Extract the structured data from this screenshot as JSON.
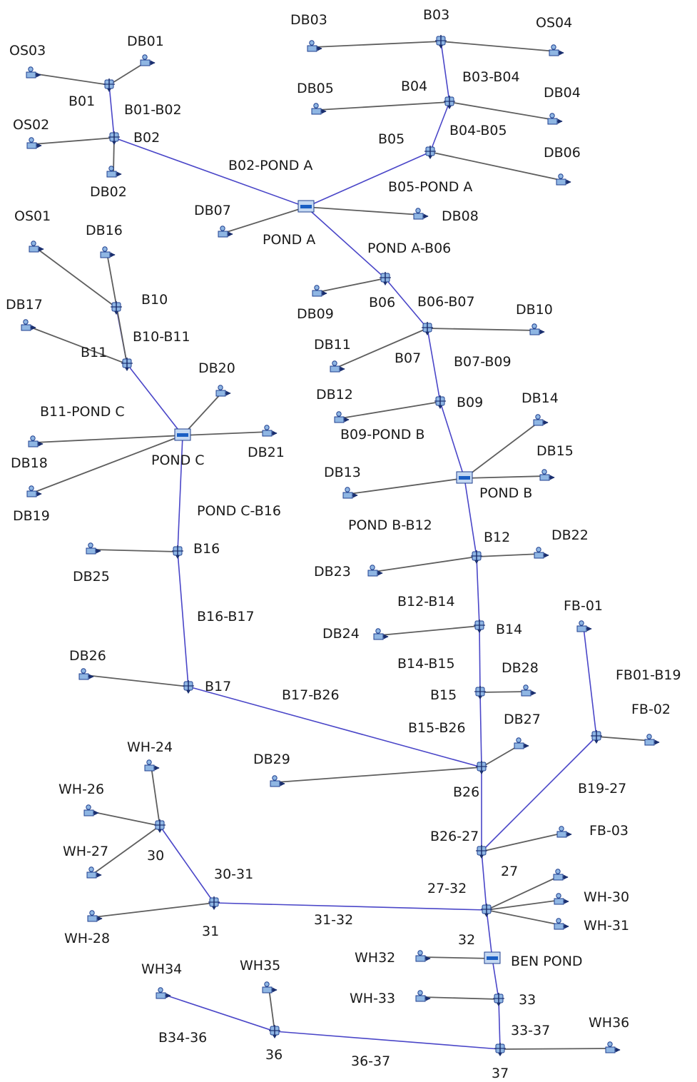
{
  "colors": {
    "main_link": "#4a46c8",
    "branch_link": "#5e5e5e",
    "node_fill": "#8fb6e3",
    "node_stroke": "#1f3f8f",
    "pond_fill": "#c4d8f2",
    "pond_bar": "#1a5fc4"
  },
  "icons": {
    "junction": "junction-node-icon",
    "source": "source-node-icon",
    "pond": "pond-node-icon"
  },
  "nodes": [
    {
      "id": "B01",
      "label": "B01",
      "type": "junction"
    },
    {
      "id": "B02",
      "label": "B02",
      "type": "junction"
    },
    {
      "id": "B03",
      "label": "B03",
      "type": "junction"
    },
    {
      "id": "B04",
      "label": "B04",
      "type": "junction"
    },
    {
      "id": "B05",
      "label": "B05",
      "type": "junction"
    },
    {
      "id": "B06",
      "label": "B06",
      "type": "junction"
    },
    {
      "id": "B07",
      "label": "B07",
      "type": "junction"
    },
    {
      "id": "B09",
      "label": "B09",
      "type": "junction"
    },
    {
      "id": "B10",
      "label": "B10",
      "type": "junction"
    },
    {
      "id": "B11",
      "label": "B11",
      "type": "junction"
    },
    {
      "id": "B12",
      "label": "B12",
      "type": "junction"
    },
    {
      "id": "B14",
      "label": "B14",
      "type": "junction"
    },
    {
      "id": "B15",
      "label": "B15",
      "type": "junction"
    },
    {
      "id": "B16",
      "label": "B16",
      "type": "junction"
    },
    {
      "id": "B17",
      "label": "B17",
      "type": "junction"
    },
    {
      "id": "B26",
      "label": "B26",
      "type": "junction"
    },
    {
      "id": "B19",
      "label": "",
      "type": "junction"
    },
    {
      "id": "N27",
      "label": "27",
      "type": "junction"
    },
    {
      "id": "N30",
      "label": "30",
      "type": "junction"
    },
    {
      "id": "N31",
      "label": "31",
      "type": "junction"
    },
    {
      "id": "N32",
      "label": "32",
      "type": "junction"
    },
    {
      "id": "N33",
      "label": "33",
      "type": "junction"
    },
    {
      "id": "N36",
      "label": "36",
      "type": "junction"
    },
    {
      "id": "N37",
      "label": "37",
      "type": "junction"
    },
    {
      "id": "PONDA",
      "label": "POND A",
      "type": "pond"
    },
    {
      "id": "PONDB",
      "label": "POND B",
      "type": "pond"
    },
    {
      "id": "PONDC",
      "label": "POND C",
      "type": "pond"
    },
    {
      "id": "BENPOND",
      "label": "BEN POND",
      "type": "pond"
    },
    {
      "id": "OS01",
      "label": "OS01",
      "type": "source"
    },
    {
      "id": "OS02",
      "label": "OS02",
      "type": "source"
    },
    {
      "id": "OS03",
      "label": "OS03",
      "type": "source"
    },
    {
      "id": "OS04",
      "label": "OS04",
      "type": "source"
    },
    {
      "id": "DB01",
      "label": "DB01",
      "type": "source"
    },
    {
      "id": "DB02",
      "label": "DB02",
      "type": "source"
    },
    {
      "id": "DB03",
      "label": "DB03",
      "type": "source"
    },
    {
      "id": "DB04",
      "label": "DB04",
      "type": "source"
    },
    {
      "id": "DB05",
      "label": "DB05",
      "type": "source"
    },
    {
      "id": "DB06",
      "label": "DB06",
      "type": "source"
    },
    {
      "id": "DB07",
      "label": "DB07",
      "type": "source"
    },
    {
      "id": "DB08",
      "label": "DB08",
      "type": "source"
    },
    {
      "id": "DB09",
      "label": "DB09",
      "type": "source"
    },
    {
      "id": "DB10",
      "label": "DB10",
      "type": "source"
    },
    {
      "id": "DB11",
      "label": "DB11",
      "type": "source"
    },
    {
      "id": "DB12",
      "label": "DB12",
      "type": "source"
    },
    {
      "id": "DB13",
      "label": "DB13",
      "type": "source"
    },
    {
      "id": "DB14",
      "label": "DB14",
      "type": "source"
    },
    {
      "id": "DB15",
      "label": "DB15",
      "type": "source"
    },
    {
      "id": "DB16",
      "label": "DB16",
      "type": "source"
    },
    {
      "id": "DB17",
      "label": "DB17",
      "type": "source"
    },
    {
      "id": "DB18",
      "label": "DB18",
      "type": "source"
    },
    {
      "id": "DB19",
      "label": "DB19",
      "type": "source"
    },
    {
      "id": "DB20",
      "label": "DB20",
      "type": "source"
    },
    {
      "id": "DB21",
      "label": "DB21",
      "type": "source"
    },
    {
      "id": "DB22",
      "label": "DB22",
      "type": "source"
    },
    {
      "id": "DB23",
      "label": "DB23",
      "type": "source"
    },
    {
      "id": "DB24",
      "label": "DB24",
      "type": "source"
    },
    {
      "id": "DB25",
      "label": "DB25",
      "type": "source"
    },
    {
      "id": "DB26",
      "label": "DB26",
      "type": "source"
    },
    {
      "id": "DB27",
      "label": "DB27",
      "type": "source"
    },
    {
      "id": "DB28",
      "label": "DB28",
      "type": "source"
    },
    {
      "id": "DB29",
      "label": "DB29",
      "type": "source"
    },
    {
      "id": "FB01",
      "label": "FB-01",
      "type": "source"
    },
    {
      "id": "FB02",
      "label": "FB-02",
      "type": "source"
    },
    {
      "id": "FB03",
      "label": "FB-03",
      "type": "source"
    },
    {
      "id": "WH24",
      "label": "WH-24",
      "type": "source"
    },
    {
      "id": "WH26",
      "label": "WH-26",
      "type": "source"
    },
    {
      "id": "WH27",
      "label": "WH-27",
      "type": "source"
    },
    {
      "id": "WH28",
      "label": "WH-28",
      "type": "source"
    },
    {
      "id": "WH29",
      "label": "",
      "type": "source"
    },
    {
      "id": "WH30",
      "label": "WH-30",
      "type": "source"
    },
    {
      "id": "WH31",
      "label": "WH-31",
      "type": "source"
    },
    {
      "id": "WH32",
      "label": "WH32",
      "type": "source"
    },
    {
      "id": "WH33",
      "label": "WH-33",
      "type": "source"
    },
    {
      "id": "WH34",
      "label": "WH34",
      "type": "source"
    },
    {
      "id": "WH35",
      "label": "WH35",
      "type": "source"
    },
    {
      "id": "WH36",
      "label": "WH36",
      "type": "source"
    }
  ],
  "links": [
    {
      "from": "B01",
      "to": "B02",
      "label": "B01-B02",
      "kind": "main"
    },
    {
      "from": "B02",
      "to": "PONDA",
      "label": "B02-POND A",
      "kind": "main"
    },
    {
      "from": "B03",
      "to": "B04",
      "label": "B03-B04",
      "kind": "main"
    },
    {
      "from": "B04",
      "to": "B05",
      "label": "B04-B05",
      "kind": "main"
    },
    {
      "from": "B05",
      "to": "PONDA",
      "label": "B05-POND A",
      "kind": "main"
    },
    {
      "from": "PONDA",
      "to": "B06",
      "label": "POND A-B06",
      "kind": "main"
    },
    {
      "from": "B06",
      "to": "B07",
      "label": "B06-B07",
      "kind": "main"
    },
    {
      "from": "B07",
      "to": "B09",
      "label": "B07-B09",
      "kind": "main"
    },
    {
      "from": "B09",
      "to": "PONDB",
      "label": "B09-POND B",
      "kind": "main"
    },
    {
      "from": "PONDB",
      "to": "B12",
      "label": "POND B-B12",
      "kind": "main"
    },
    {
      "from": "B12",
      "to": "B14",
      "label": "B12-B14",
      "kind": "main"
    },
    {
      "from": "B14",
      "to": "B15",
      "label": "B14-B15",
      "kind": "main"
    },
    {
      "from": "B15",
      "to": "B26",
      "label": "B15-B26",
      "kind": "main"
    },
    {
      "from": "B10",
      "to": "B11",
      "label": "B10-B11",
      "kind": "main"
    },
    {
      "from": "B11",
      "to": "PONDC",
      "label": "B11-POND C",
      "kind": "main"
    },
    {
      "from": "PONDC",
      "to": "B16",
      "label": "POND C-B16",
      "kind": "main"
    },
    {
      "from": "B16",
      "to": "B17",
      "label": "B16-B17",
      "kind": "main"
    },
    {
      "from": "B17",
      "to": "B26",
      "label": "B17-B26",
      "kind": "main"
    },
    {
      "from": "B26",
      "to": "N27",
      "label": "B26-27",
      "kind": "main"
    },
    {
      "from": "FB01",
      "to": "B19",
      "label": "FB01-B19",
      "kind": "main"
    },
    {
      "from": "B19",
      "to": "N27",
      "label": "B19-27",
      "kind": "main"
    },
    {
      "from": "N27",
      "to": "N32",
      "label": "27-32",
      "kind": "main"
    },
    {
      "from": "N30",
      "to": "N31",
      "label": "30-31",
      "kind": "main"
    },
    {
      "from": "N31",
      "to": "N32",
      "label": "31-32",
      "kind": "main"
    },
    {
      "from": "N32",
      "to": "BENPOND",
      "label": "",
      "kind": "main"
    },
    {
      "from": "BENPOND",
      "to": "N33",
      "label": "",
      "kind": "main"
    },
    {
      "from": "N33",
      "to": "N37",
      "label": "33-37",
      "kind": "main"
    },
    {
      "from": "WH34",
      "to": "N36",
      "label": "B34-36",
      "kind": "main"
    },
    {
      "from": "N36",
      "to": "N37",
      "label": "36-37",
      "kind": "main"
    },
    {
      "from": "OS03",
      "to": "B01",
      "label": "",
      "kind": "branch"
    },
    {
      "from": "DB01",
      "to": "B01",
      "label": "",
      "kind": "branch"
    },
    {
      "from": "OS02",
      "to": "B02",
      "label": "",
      "kind": "branch"
    },
    {
      "from": "DB02",
      "to": "B02",
      "label": "",
      "kind": "branch"
    },
    {
      "from": "DB03",
      "to": "B03",
      "label": "",
      "kind": "branch"
    },
    {
      "from": "B03",
      "to": "OS04",
      "label": "",
      "kind": "branch"
    },
    {
      "from": "DB05",
      "to": "B04",
      "label": "",
      "kind": "branch"
    },
    {
      "from": "B04",
      "to": "DB04",
      "label": "",
      "kind": "branch"
    },
    {
      "from": "B05",
      "to": "DB06",
      "label": "",
      "kind": "branch"
    },
    {
      "from": "DB07",
      "to": "PONDA",
      "label": "",
      "kind": "branch"
    },
    {
      "from": "PONDA",
      "to": "DB08",
      "label": "",
      "kind": "branch"
    },
    {
      "from": "DB09",
      "to": "B06",
      "label": "",
      "kind": "branch"
    },
    {
      "from": "DB11",
      "to": "B07",
      "label": "",
      "kind": "branch"
    },
    {
      "from": "B07",
      "to": "DB10",
      "label": "",
      "kind": "branch"
    },
    {
      "from": "DB12",
      "to": "B09",
      "label": "",
      "kind": "branch"
    },
    {
      "from": "DB13",
      "to": "PONDB",
      "label": "",
      "kind": "branch"
    },
    {
      "from": "PONDB",
      "to": "DB14",
      "label": "",
      "kind": "branch"
    },
    {
      "from": "PONDB",
      "to": "DB15",
      "label": "",
      "kind": "branch"
    },
    {
      "from": "DB23",
      "to": "B12",
      "label": "",
      "kind": "branch"
    },
    {
      "from": "B12",
      "to": "DB22",
      "label": "",
      "kind": "branch"
    },
    {
      "from": "DB24",
      "to": "B14",
      "label": "",
      "kind": "branch"
    },
    {
      "from": "B15",
      "to": "DB28",
      "label": "",
      "kind": "branch"
    },
    {
      "from": "B26",
      "to": "DB27",
      "label": "",
      "kind": "branch"
    },
    {
      "from": "DB29",
      "to": "B26",
      "label": "",
      "kind": "branch"
    },
    {
      "from": "OS01",
      "to": "B10",
      "label": "",
      "kind": "branch"
    },
    {
      "from": "DB16",
      "to": "B11",
      "label": "",
      "kind": "branch"
    },
    {
      "from": "DB17",
      "to": "B11",
      "label": "",
      "kind": "branch"
    },
    {
      "from": "PONDC",
      "to": "DB20",
      "label": "",
      "kind": "branch"
    },
    {
      "from": "PONDC",
      "to": "DB21",
      "label": "",
      "kind": "branch"
    },
    {
      "from": "DB18",
      "to": "PONDC",
      "label": "",
      "kind": "branch"
    },
    {
      "from": "DB19",
      "to": "PONDC",
      "label": "",
      "kind": "branch"
    },
    {
      "from": "DB25",
      "to": "B16",
      "label": "",
      "kind": "branch"
    },
    {
      "from": "DB26",
      "to": "B17",
      "label": "",
      "kind": "branch"
    },
    {
      "from": "B19",
      "to": "FB02",
      "label": "",
      "kind": "branch"
    },
    {
      "from": "N27",
      "to": "FB03",
      "label": "",
      "kind": "branch"
    },
    {
      "from": "WH24",
      "to": "N30",
      "label": "",
      "kind": "branch"
    },
    {
      "from": "WH26",
      "to": "N30",
      "label": "",
      "kind": "branch"
    },
    {
      "from": "WH27",
      "to": "N30",
      "label": "",
      "kind": "branch"
    },
    {
      "from": "WH28",
      "to": "N31",
      "label": "",
      "kind": "branch"
    },
    {
      "from": "N32",
      "to": "WH29",
      "label": "",
      "kind": "branch"
    },
    {
      "from": "N32",
      "to": "WH30",
      "label": "",
      "kind": "branch"
    },
    {
      "from": "N32",
      "to": "WH31",
      "label": "",
      "kind": "branch"
    },
    {
      "from": "WH32",
      "to": "BENPOND",
      "label": "",
      "kind": "branch"
    },
    {
      "from": "WH33",
      "to": "N33",
      "label": "",
      "kind": "branch"
    },
    {
      "from": "WH35",
      "to": "N36",
      "label": "",
      "kind": "branch"
    },
    {
      "from": "N37",
      "to": "WH36",
      "label": "",
      "kind": "branch"
    }
  ]
}
